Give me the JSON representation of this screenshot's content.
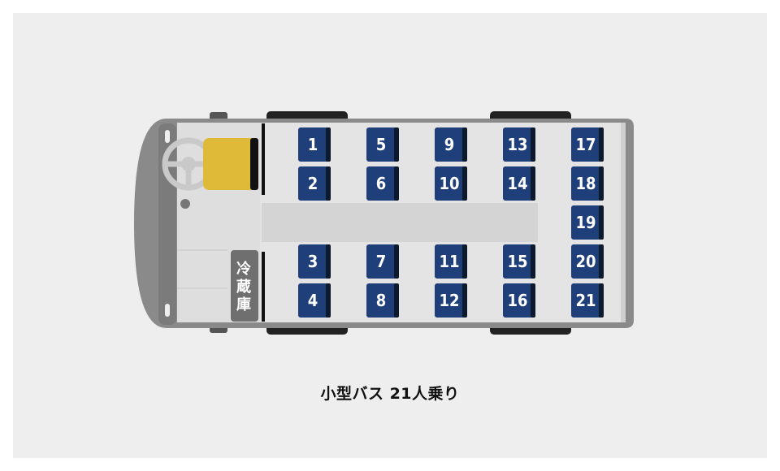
{
  "caption": "小型バス 21人乗り",
  "fridge": {
    "label_chars": [
      "冷",
      "蔵",
      "庫"
    ]
  },
  "seats": [
    {
      "num": "1"
    },
    {
      "num": "2"
    },
    {
      "num": "3"
    },
    {
      "num": "4"
    },
    {
      "num": "5"
    },
    {
      "num": "6"
    },
    {
      "num": "7"
    },
    {
      "num": "8"
    },
    {
      "num": "9"
    },
    {
      "num": "10"
    },
    {
      "num": "11"
    },
    {
      "num": "12"
    },
    {
      "num": "13"
    },
    {
      "num": "14"
    },
    {
      "num": "15"
    },
    {
      "num": "16"
    },
    {
      "num": "17"
    },
    {
      "num": "18"
    },
    {
      "num": "19"
    },
    {
      "num": "20"
    },
    {
      "num": "21"
    }
  ],
  "colors": {
    "seat": "#1e3f7a",
    "seat_back": "#0d1a2e",
    "driver_seat": "#dfba38",
    "body": "#8a8a8a",
    "floor": "#e4e4e4",
    "aisle": "#d6d6d6",
    "tire": "#222222",
    "fridge": "#6f6f6f"
  },
  "icons": {
    "steering_wheel": "steering-wheel-icon"
  }
}
